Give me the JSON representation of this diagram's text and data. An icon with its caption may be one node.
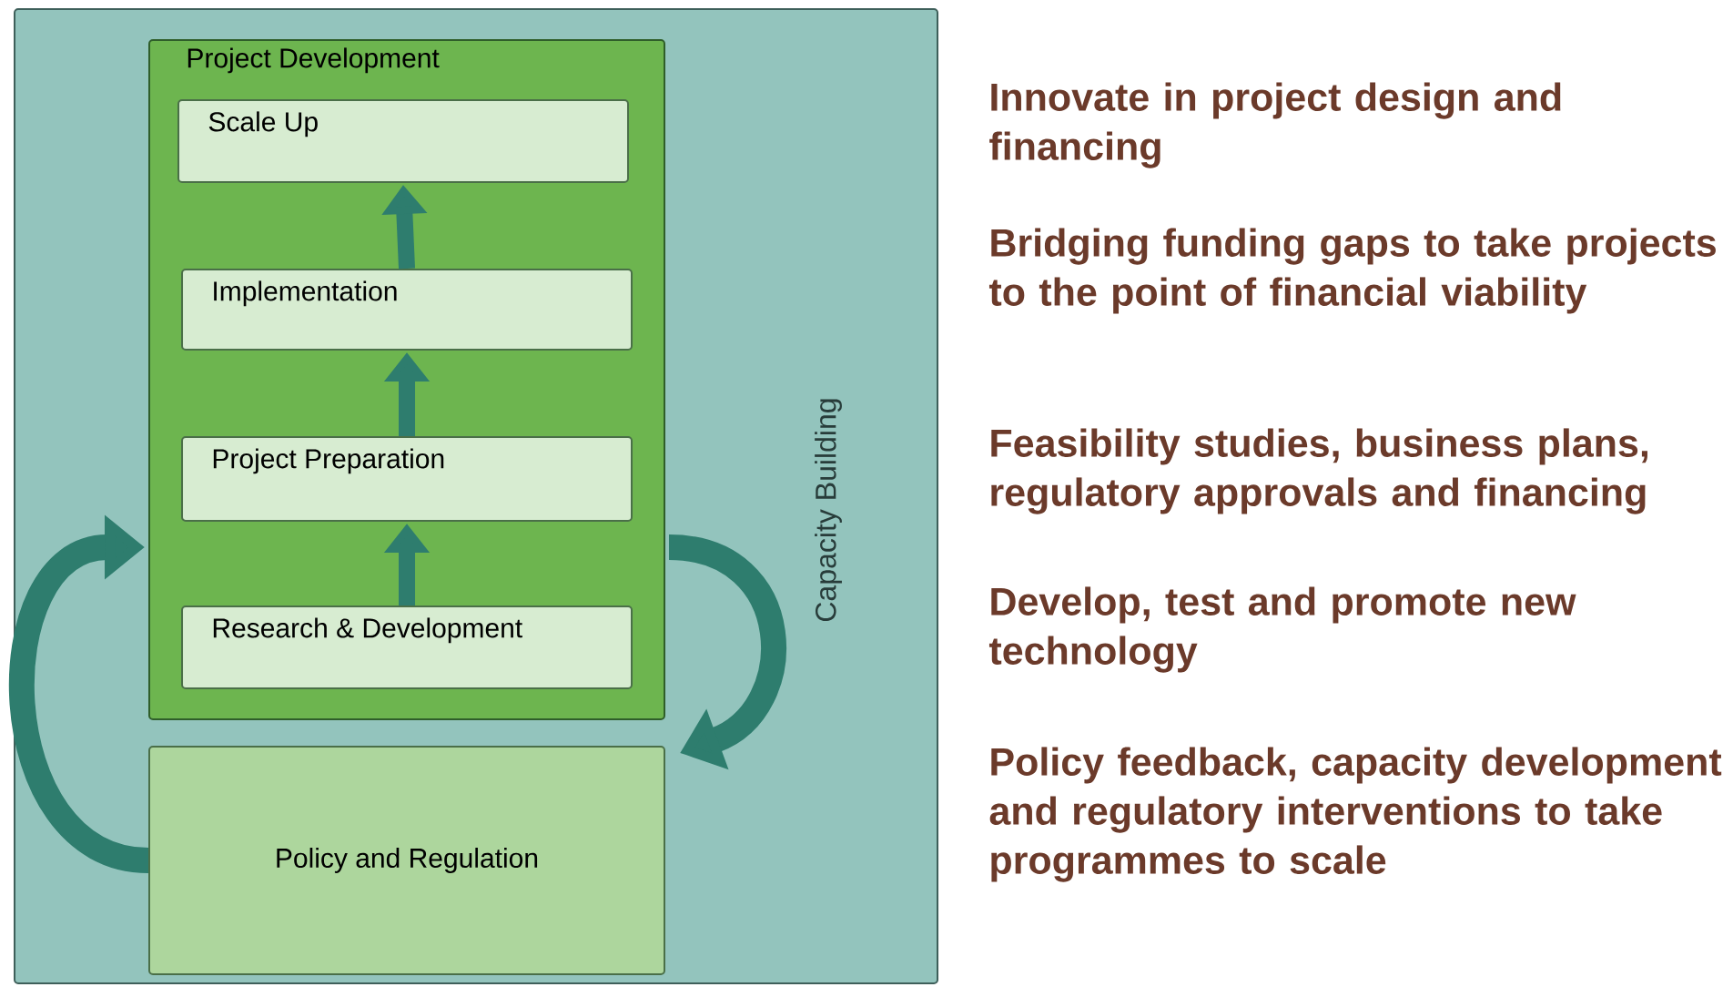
{
  "diagram": {
    "nodes": [
      {
        "text": [
          "Capacity Building"
        ]
      },
      {
        "text": [
          "Project Development"
        ],
        "in": 0
      },
      {
        "text": [
          "Scale Up"
        ],
        "in": 1
      },
      {
        "text": [
          "Implementation"
        ],
        "in": 1
      },
      {
        "text": [
          "Project Preparation"
        ],
        "in": 1
      },
      {
        "text": [
          "Research & Development"
        ],
        "in": 1
      },
      {
        "text": [
          "Policy and Regulation"
        ],
        "in": 0
      }
    ],
    "edges": [
      {
        "from": 5,
        "to": 4,
        "arrow": "to"
      },
      {
        "from": 4,
        "to": 3,
        "arrow": "to"
      },
      {
        "from": 3,
        "to": 2,
        "arrow": "to"
      },
      {
        "from": 6,
        "to": 1,
        "arrow": "to"
      },
      {
        "from": 1,
        "to": 6,
        "arrow": "to"
      }
    ],
    "labels": [
      "Innovate in project design and financing",
      "Bridging funding gaps to take projects to the point of financial viability",
      "Feasibility studies, business plans, regulatory approvals and financing",
      "Develop, test and promote new technology",
      "Policy feedback, capacity development and regulatory interventions to take programmes to scale"
    ]
  }
}
